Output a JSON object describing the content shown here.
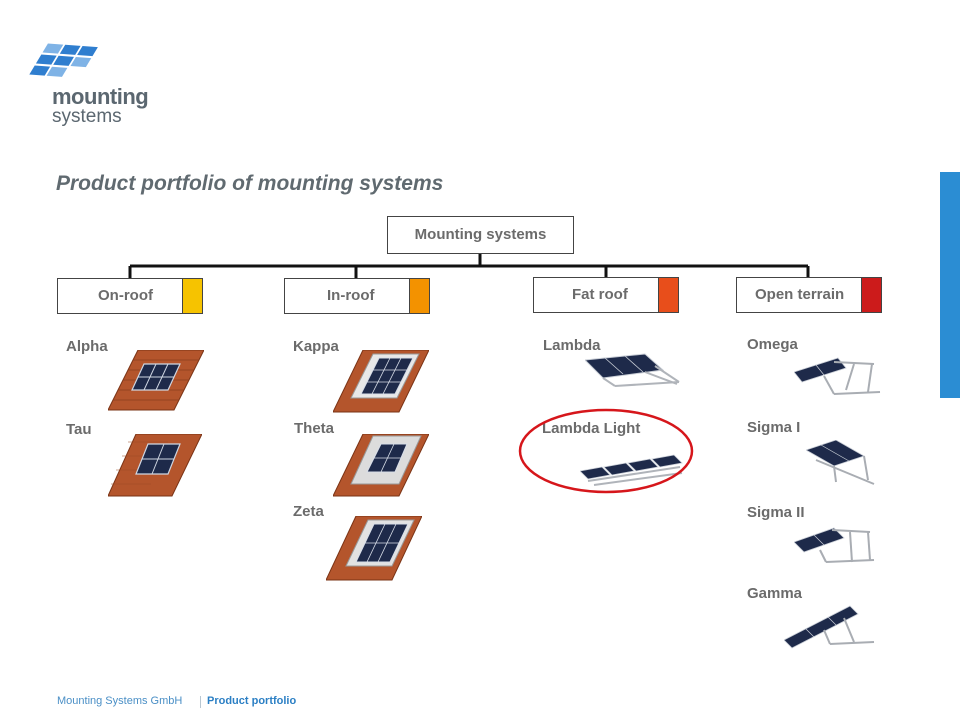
{
  "logo": {
    "line1": "mounting",
    "line2": "systems"
  },
  "title": "Product portfolio of mounting systems",
  "root": "Mounting systems",
  "categories": [
    {
      "label": "On-roof",
      "color": "#f6c300"
    },
    {
      "label": "In-roof",
      "color": "#f39200"
    },
    {
      "label": "Fat roof",
      "color": "#e84e1b"
    },
    {
      "label": "Open terrain",
      "color": "#cc1b1b"
    }
  ],
  "products": {
    "on_roof": [
      "Alpha",
      "Tau"
    ],
    "in_roof": [
      "Kappa",
      "Theta",
      "Zeta"
    ],
    "flat_roof": [
      "Lambda",
      "Lambda Light"
    ],
    "open_terrain": [
      "Omega",
      "Sigma I",
      "Sigma II",
      "Gamma"
    ]
  },
  "colors": {
    "accent": "#2b8dd3",
    "highlight": "#d6161b",
    "roof_tile": "#b4552c",
    "panel": "#1e2a4a"
  },
  "footer": {
    "company": "Mounting Systems GmbH",
    "section": "Product portfolio"
  }
}
